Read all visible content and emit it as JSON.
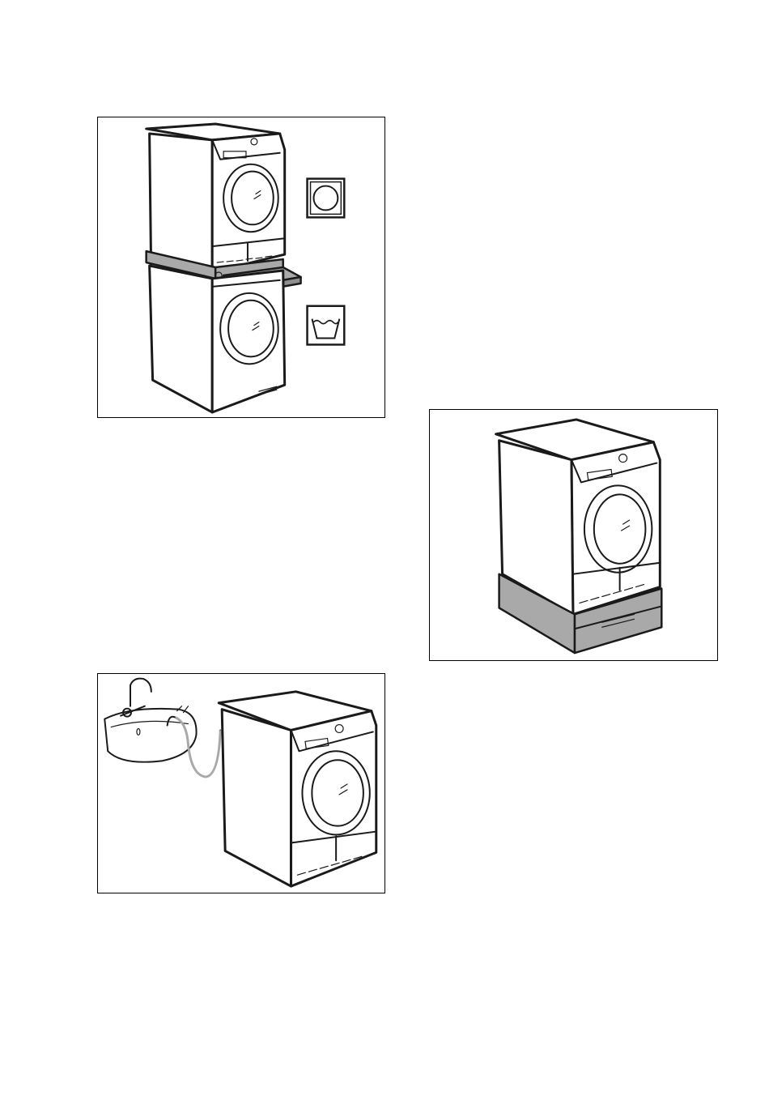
{
  "page": {
    "figures": [
      {
        "id": "stacking-kit-figure",
        "symbols": [
          "tumble-dryer-symbol-icon",
          "washing-machine-symbol-icon"
        ]
      },
      {
        "id": "pedestal-figure"
      },
      {
        "id": "drain-to-sink-figure"
      }
    ]
  },
  "colors": {
    "line": "#1a1a1a",
    "accessory_grey": "#a9a9a9",
    "background": "#ffffff"
  }
}
